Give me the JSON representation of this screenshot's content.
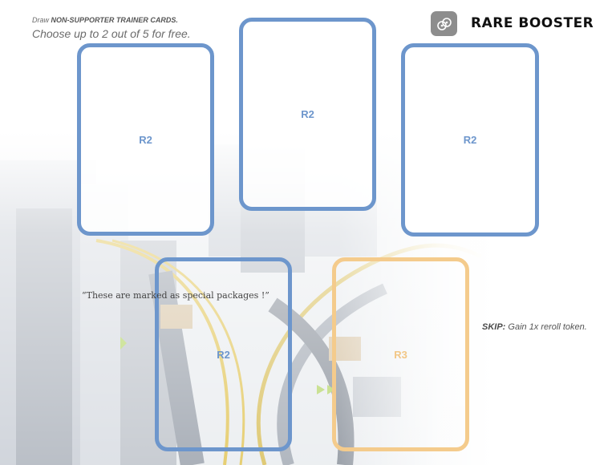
{
  "header": {
    "instruction_prefix": "Draw ",
    "instruction_bold": "NON-SUPPORTER TRAINER CARDS.",
    "choose_text": "Choose up to 2 out of 5 for free."
  },
  "booster": {
    "icon": "reroll-icon",
    "title": "RARE BOOSTER"
  },
  "cards": [
    {
      "rarity": "R2"
    },
    {
      "rarity": "R2"
    },
    {
      "rarity": "R2"
    },
    {
      "rarity": "R2"
    },
    {
      "rarity": "R3"
    }
  ],
  "quote": "“These are marked as special packages !”",
  "skip": {
    "label": "SKIP:",
    "text": " Gain 1x reroll token."
  },
  "colors": {
    "card_r2": "#6d96cc",
    "card_r3": "#f4cb8c"
  }
}
